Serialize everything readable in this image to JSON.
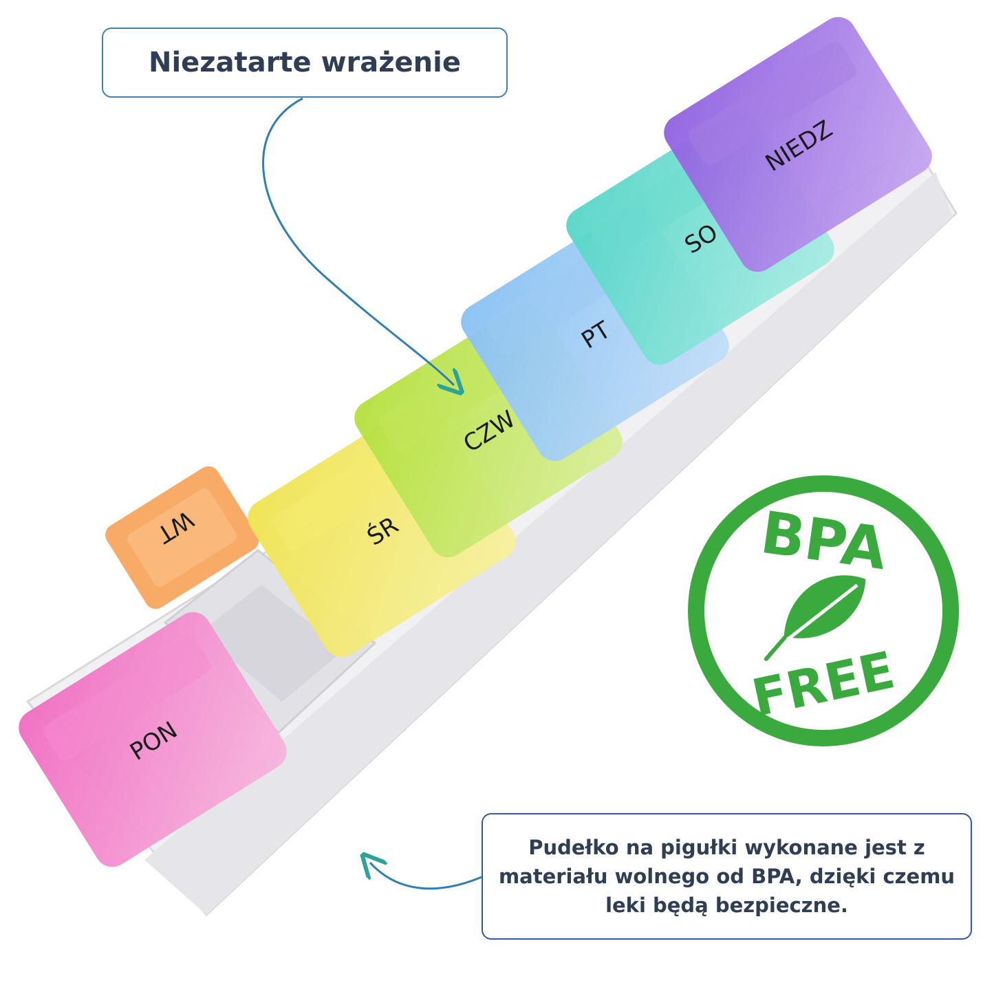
{
  "callouts": {
    "top": "Niezatarte wrażenie",
    "bottom": "Pudełko na pigułki wykonane jest z materiału wolnego od BPA, dzięki czemu leki będą bezpieczne."
  },
  "days": [
    "PON",
    "WT",
    "ŚR",
    "CZW",
    "PT",
    "SO",
    "NIEDZ"
  ],
  "badge": {
    "top_text": "BPA",
    "bottom_text": "FREE",
    "icon": "leaf-icon"
  },
  "colors": {
    "pon": "#f36fc0",
    "wt": "#f7a35a",
    "sr": "#f1e65a",
    "czw": "#b8e04a",
    "pt": "#8fc4f2",
    "so": "#5fd8c9",
    "niedz": "#9b6fe0",
    "badge_green": "#3aaa3f",
    "callout_border": "#2a5fb0",
    "callout_text": "#2f3d55"
  }
}
